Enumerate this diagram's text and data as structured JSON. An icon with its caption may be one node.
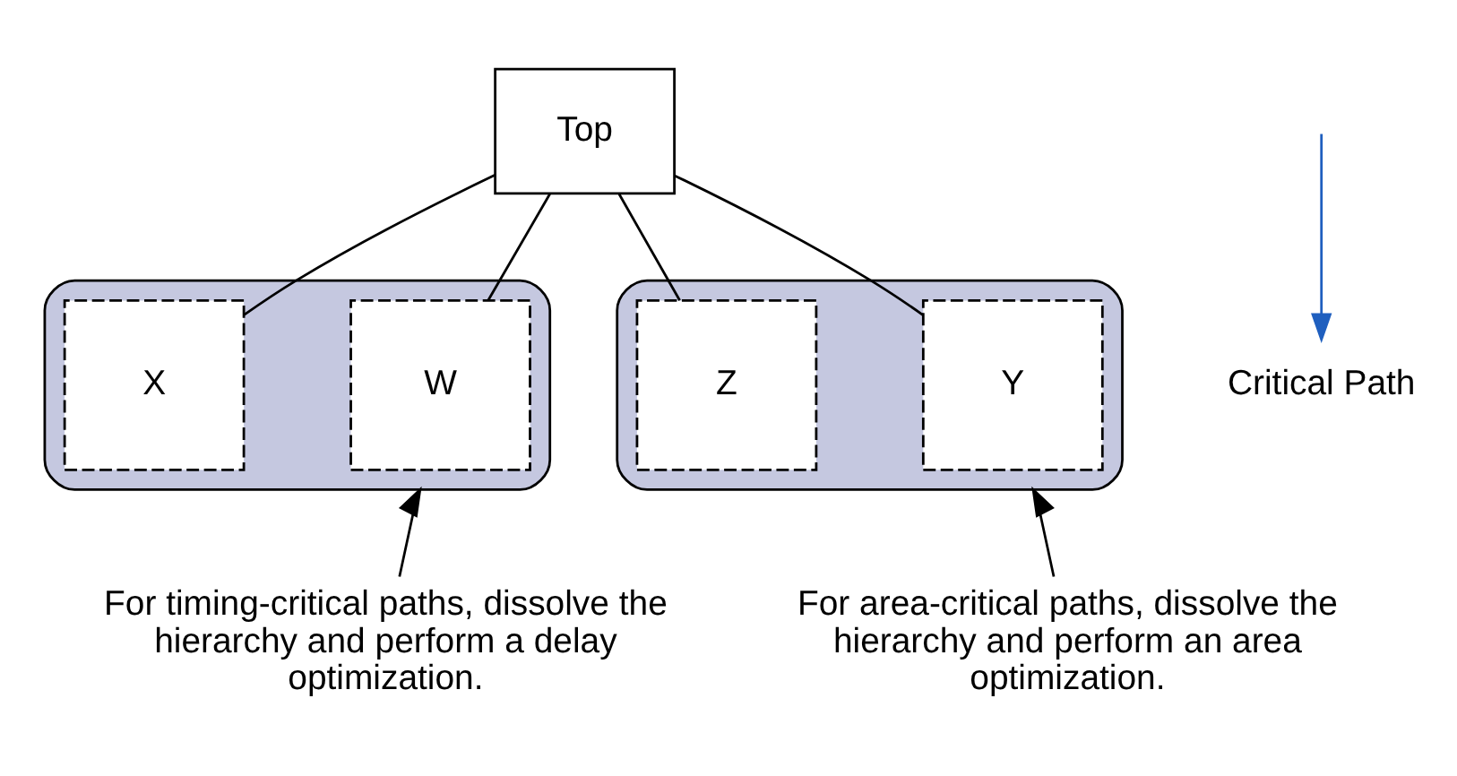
{
  "diagram": {
    "nodes": [
      {
        "text": [
          "Top"
        ]
      },
      {
        "text": [],
        "shape": "ellipse"
      },
      {
        "text": [
          "W"
        ],
        "in": 1
      },
      {
        "text": [
          "X"
        ],
        "in": 1
      },
      {
        "text": [],
        "shape": "ellipse"
      },
      {
        "text": [
          "Y"
        ],
        "in": 4
      },
      {
        "text": [
          "Z"
        ],
        "in": 4
      },
      {
        "text": [
          "Critical Path"
        ]
      },
      {
        "text": [
          "For timing-critical paths, dissolve the hierarchy and perform a delay optimization."
        ]
      },
      {
        "text": [
          "For area-critical paths, dissolve the hierarchy and perform an area optimization."
        ]
      }
    ],
    "edges": [
      {
        "from": 0,
        "to": 2,
        "arrow": "none"
      },
      {
        "from": 0,
        "to": 3,
        "arrow": "none"
      },
      {
        "from": 0,
        "to": 5,
        "arrow": "none"
      },
      {
        "from": 0,
        "to": 6,
        "arrow": "none"
      },
      {
        "from": null,
        "to": 7,
        "arrow": "to",
        "color": "#1f5fbf"
      },
      {
        "from": 8,
        "to": 1,
        "arrow": "to"
      },
      {
        "from": 9,
        "to": 4,
        "arrow": "to"
      }
    ]
  }
}
